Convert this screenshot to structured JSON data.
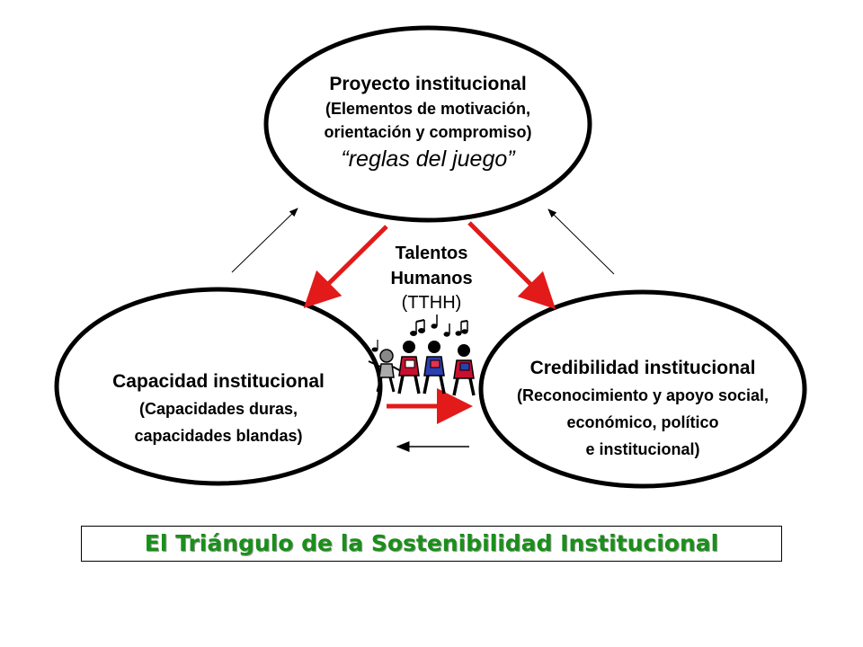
{
  "proyecto": {
    "title": "Proyecto institucional",
    "line1": "(Elementos de motivación,",
    "line2": "orientación y compromiso)",
    "line3": "“reglas del juego”"
  },
  "talentos": {
    "line1": "Talentos",
    "line2": "Humanos",
    "line3": "(TTHH)"
  },
  "capacidad": {
    "title": "Capacidad institucional",
    "line1": "(Capacidades duras,",
    "line2": "capacidades blandas)"
  },
  "credibilidad": {
    "title": "Credibilidad institucional",
    "line1": "(Reconocimiento y apoyo social,",
    "line2": "económico, político",
    "line3": "e institucional)"
  },
  "footer": {
    "title": "El Triángulo de la Sostenibilidad Institucional"
  },
  "colors": {
    "arrow_red": "#e21a1a",
    "title_green": "#1a8f1a",
    "ellipse_stroke": "#000000"
  },
  "icons": [
    "music-notes-icon",
    "singing-choir-icon"
  ]
}
